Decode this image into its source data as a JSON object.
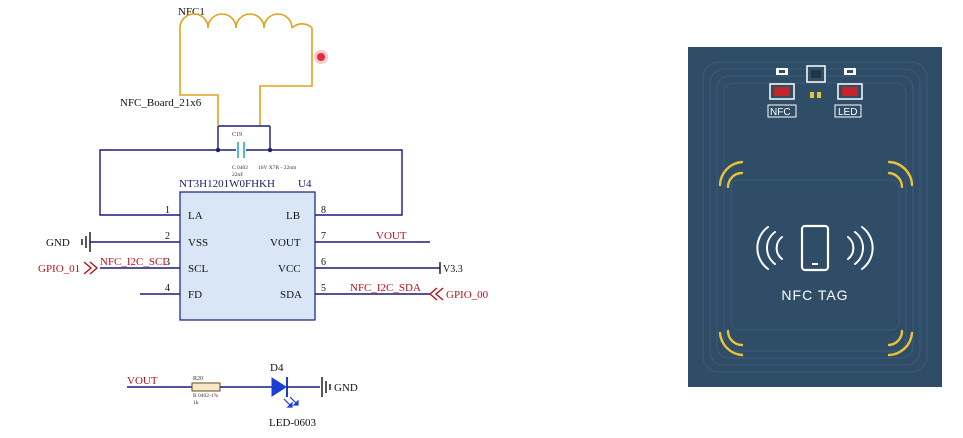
{
  "schematic": {
    "coil_ref": "NFC1",
    "coil_name": "NFC_Board_21x6",
    "cap_ref": "C19",
    "cap_value_a": "C 0402",
    "cap_value_b": "16V X7R - 22nm",
    "cap_value_c": "22nF",
    "ic_part": "NT3H1201W0FHKH",
    "ic_ref": "U4",
    "pins_left": [
      {
        "num": "1",
        "name": "LA"
      },
      {
        "num": "2",
        "name": "VSS"
      },
      {
        "num": "3",
        "name": "SCL"
      },
      {
        "num": "4",
        "name": "FD"
      }
    ],
    "pins_right": [
      {
        "num": "8",
        "name": "LB"
      },
      {
        "num": "7",
        "name": "VOUT"
      },
      {
        "num": "6",
        "name": "VCC"
      },
      {
        "num": "5",
        "name": "SDA"
      }
    ],
    "net_gnd": "GND",
    "net_vout": "VOUT",
    "net_v33": "V3.3",
    "net_scl": "NFC_I2C_SCL",
    "net_sda": "NFC_I2C_SDA",
    "port_gpio01": "GPIO_01",
    "port_gpio00": "GPIO_00",
    "res_ref": "R20",
    "res_value_a": "R 0402-1%",
    "res_value_b": "1k",
    "led_ref": "D4",
    "led_footprint": "LED-0603",
    "net_gnd2": "GND",
    "net_vout2": "VOUT"
  },
  "board": {
    "label_nfc": "NFC",
    "label_led": "LED",
    "title": "NFC TAG",
    "colors": {
      "board": "#2f4d66",
      "silk": "#ffffff",
      "copper": "#e8c23a",
      "pad": "#c0262a",
      "trace": "#3b5b76"
    }
  },
  "colors": {
    "wire": "#1a1a7a",
    "coil": "#e2a21a",
    "net_red": "#b5121b",
    "ic_fill": "#d9e6f5",
    "led_blue": "#1b3fd6",
    "text": "#111111"
  }
}
